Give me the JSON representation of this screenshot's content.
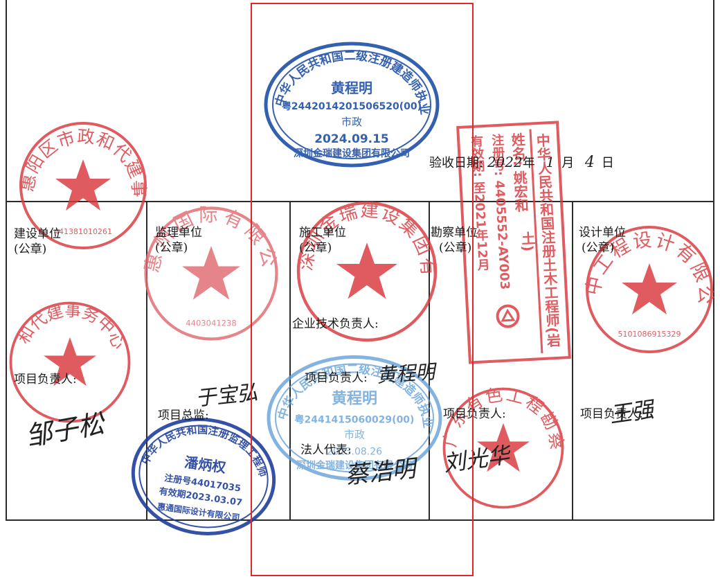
{
  "acceptance": {
    "label": "验收日期:",
    "year": "2022",
    "year_unit": "年",
    "month": "1",
    "month_unit": "月",
    "day": "4",
    "day_unit": "日"
  },
  "columns": [
    {
      "unit": "建设单位",
      "seal_note": "(公章)",
      "person_label": "项目负责人:",
      "person_sig": "邹子松"
    },
    {
      "unit": "监理单位",
      "seal_note": "(公章)",
      "person_label": "项目总监:",
      "person_sig": "于宝弘"
    },
    {
      "unit": "施工单位",
      "seal_note": "(公章)",
      "tech_label": "企业技术负责人:",
      "person_label": "项目负责人:",
      "person_sig": "黄程明",
      "legal_label": "法人代表:",
      "legal_sig": "蔡浩明"
    },
    {
      "unit": "勘察单位",
      "seal_note": "(公章)",
      "person_label": "项目负责人:",
      "person_sig": "刘光华"
    },
    {
      "unit": "设计单位",
      "seal_note": "(公章)",
      "person_label": "项目负责人:",
      "person_sig": "王强"
    }
  ],
  "colors": {
    "red_seal": "#d8383c",
    "blue_seal": "#1f4fa8",
    "light_blue_seal": "#5a9ad6",
    "annotation_box": "#e0262b"
  },
  "stamps": {
    "builder_top": {
      "ring_text": "中华人民共和国二级注册建造师执业印章",
      "name": "黄程明",
      "reg_no": "粤2442014201506520(00)",
      "speciality": "市政",
      "valid": "2024.09.15",
      "company": "深圳金瑞建设集团有限公司"
    },
    "engineer": {
      "ring_text": "中华人民共和国注册土木工程师(岩土)",
      "name_label": "姓名:",
      "name": "姚宏和",
      "reg_label": "注册号:",
      "reg_no": "4405552-AY003",
      "valid_label": "有效期:",
      "valid": "至2021年12月"
    },
    "client_seal": {
      "ring_text": "惠阳区市政和代建事务中心",
      "code": "441381010261"
    },
    "client_seal_2": {
      "ring_text": "和代建事务中心"
    },
    "supervisor_seal": {
      "ring_text": "惠州国际有限公司",
      "code": "4403041238"
    },
    "construction_seal": {
      "ring_text": "深圳金瑞建设集团有限公司"
    },
    "builder_bottom": {
      "ring_text": "中华人民共和国二级注册建造师执业印章",
      "name": "黄程明",
      "reg_no": "粤2441415060029(00)",
      "speciality": "市政",
      "valid": "2023.08.26",
      "company": "深圳金瑞建设集团有限公司"
    },
    "survey_seal": {
      "ring_text": "广东有色工程勘察设计院"
    },
    "design_seal": {
      "ring_text": "中工程设计有限公司",
      "code": "5101086915329"
    },
    "supervisor_engineer": {
      "ring_text": "中华人民共和国注册监理工程师",
      "name": "潘炳权",
      "reg_no": "注册号44017035",
      "valid": "有效期2023.03.07",
      "company": "惠通国际设计有限公司"
    }
  }
}
